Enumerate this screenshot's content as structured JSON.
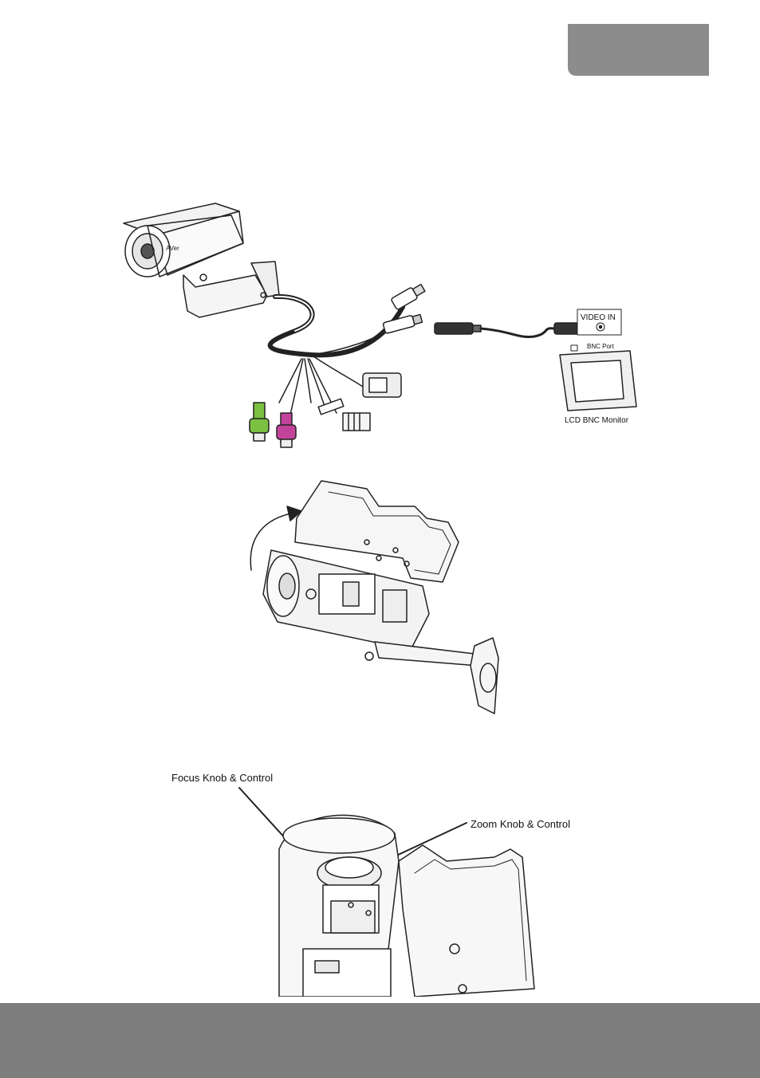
{
  "figure1": {
    "video_in_label": "VIDEO IN",
    "bnc_port_label": "BNC Port",
    "monitor_label": "LCD BNC Monitor",
    "brand_mark": "AVer"
  },
  "figure3": {
    "focus_label": "Focus Knob & Control",
    "zoom_label": "Zoom Knob & Control"
  },
  "colors": {
    "tab": "#8c8c8c",
    "footer": "#7d7d7d",
    "audio_in_connector": "#7ac142",
    "audio_out_connector": "#c4439a"
  }
}
